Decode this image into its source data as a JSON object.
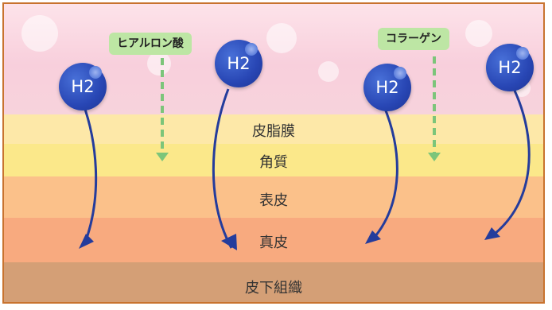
{
  "layers": {
    "sebum": "皮脂膜",
    "stratum_corneum": "角質",
    "epidermis": "表皮",
    "dermis": "真皮",
    "subcutaneous": "皮下組織"
  },
  "tags": {
    "hyaluronic": "ヒアルロン酸",
    "collagen": "コラーゲン"
  },
  "molecule_label": "H2",
  "colors": {
    "frame": "#c8732f",
    "molecule": "#2846b4",
    "arrow": "#243c9c",
    "dashed_arrow": "#7cc57a",
    "tag": "#bde6a4"
  }
}
